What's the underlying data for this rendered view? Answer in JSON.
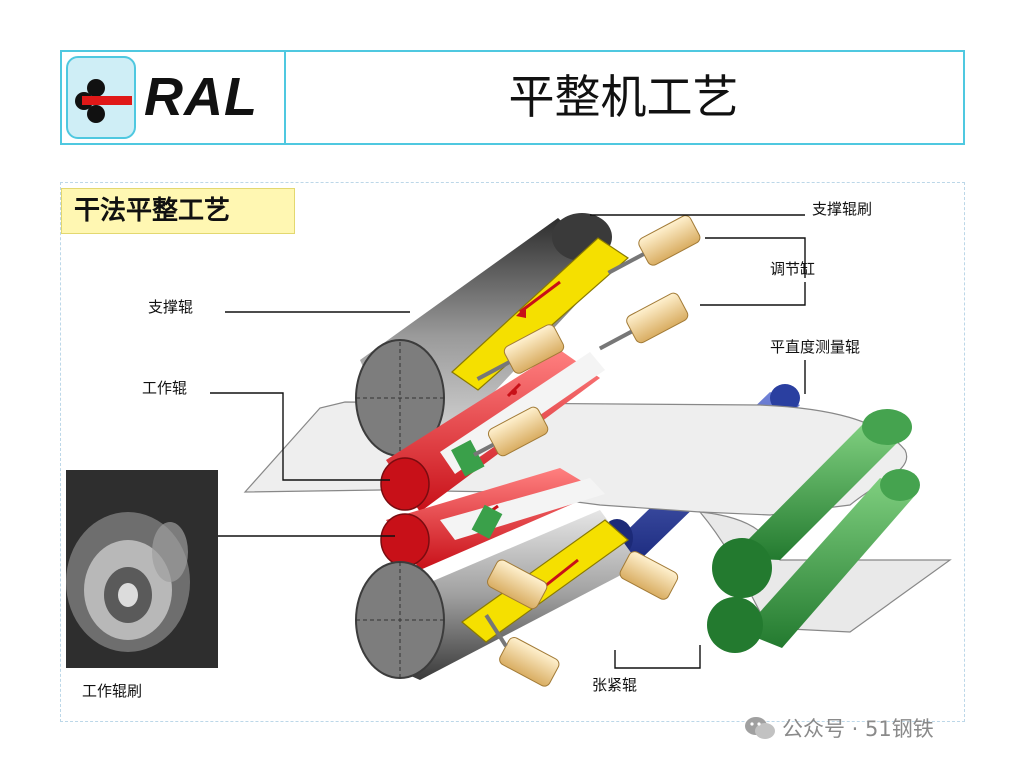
{
  "header": {
    "logo_text": "RAL",
    "title": "平整机工艺"
  },
  "figure": {
    "section_tag": "干法平整工艺",
    "labels": {
      "backup_roll_brush": "支撑辊刷",
      "adjust_cylinder": "调节缸",
      "flatness_roll": "平直度测量辊",
      "backup_roll": "支撑辊",
      "work_roll": "工作辊",
      "work_roll_brush": "工作辊刷",
      "tension_roll": "张紧辊"
    }
  },
  "watermark": {
    "text": "公众号 · 51钢铁"
  },
  "colors": {
    "border": "#4fc8e0",
    "tag_bg": "#fff7b2",
    "backup_roll": "#555555",
    "work_roll": "#d01820",
    "flatness_roll": "#2a3fa0",
    "tension_roll": "#2f9a3a",
    "brush": "#f5e000",
    "cylinder": "#e8c58a"
  }
}
